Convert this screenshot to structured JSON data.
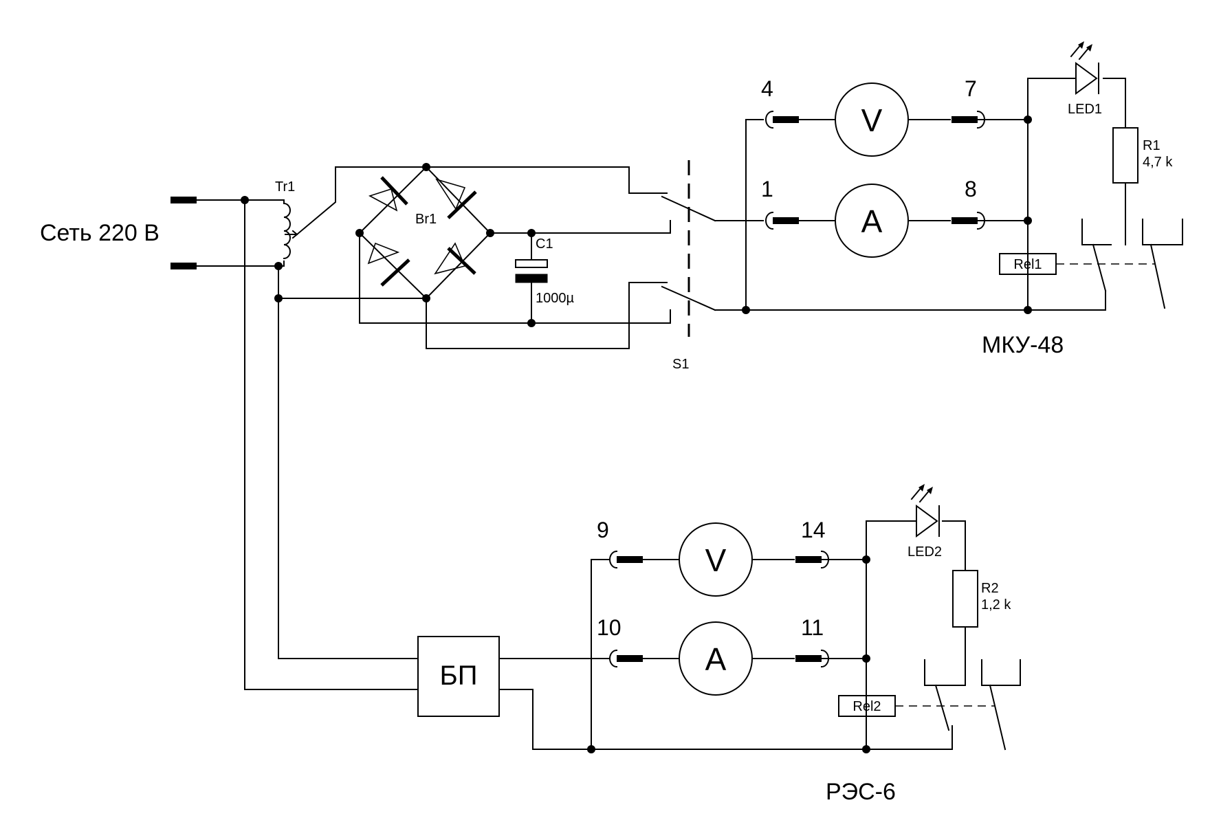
{
  "mains_label": "Сеть 220 В",
  "components": {
    "transformer": "Tr1",
    "bridge": "Br1",
    "capacitor": {
      "name": "C1",
      "value": "1000µ"
    },
    "switch": "S1",
    "power_supply": "БП",
    "voltmeter_symbol": "V",
    "ammeter_symbol": "A"
  },
  "upper_module": {
    "title": "МКУ-48",
    "terminals": {
      "t4": "4",
      "t7": "7",
      "t1": "1",
      "t8": "8"
    },
    "led": "LED1",
    "resistor": {
      "name": "R1",
      "value": "4,7 k"
    },
    "relay": "Rel1"
  },
  "lower_module": {
    "title": "РЭС-6",
    "terminals": {
      "t9": "9",
      "t14": "14",
      "t10": "10",
      "t11": "11"
    },
    "led": "LED2",
    "resistor": {
      "name": "R2",
      "value": "1,2 k"
    },
    "relay": "Rel2"
  }
}
